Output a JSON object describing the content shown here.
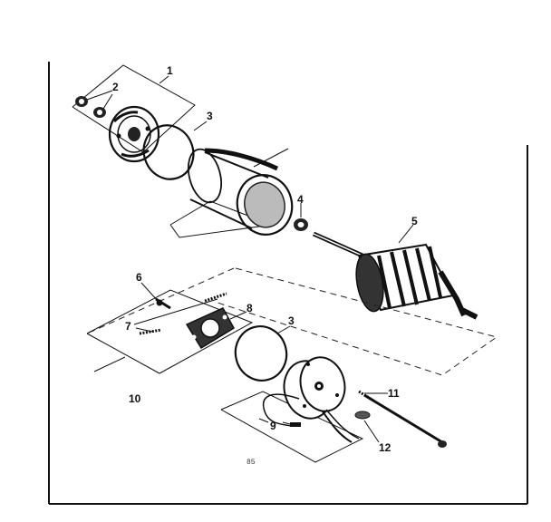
{
  "diagram": {
    "callouts": [
      {
        "id": "label-1",
        "text": "1"
      },
      {
        "id": "label-2",
        "text": "2"
      },
      {
        "id": "label-3a",
        "text": "3"
      },
      {
        "id": "label-4",
        "text": "4"
      },
      {
        "id": "label-5",
        "text": "5"
      },
      {
        "id": "label-6",
        "text": "6"
      },
      {
        "id": "label-7",
        "text": "7"
      },
      {
        "id": "label-8",
        "text": "8"
      },
      {
        "id": "label-3b",
        "text": "3"
      },
      {
        "id": "label-10",
        "text": "10"
      },
      {
        "id": "label-11",
        "text": "11"
      },
      {
        "id": "label-9",
        "text": "9"
      },
      {
        "id": "label-12",
        "text": "12"
      }
    ],
    "drawing_code": "85"
  }
}
